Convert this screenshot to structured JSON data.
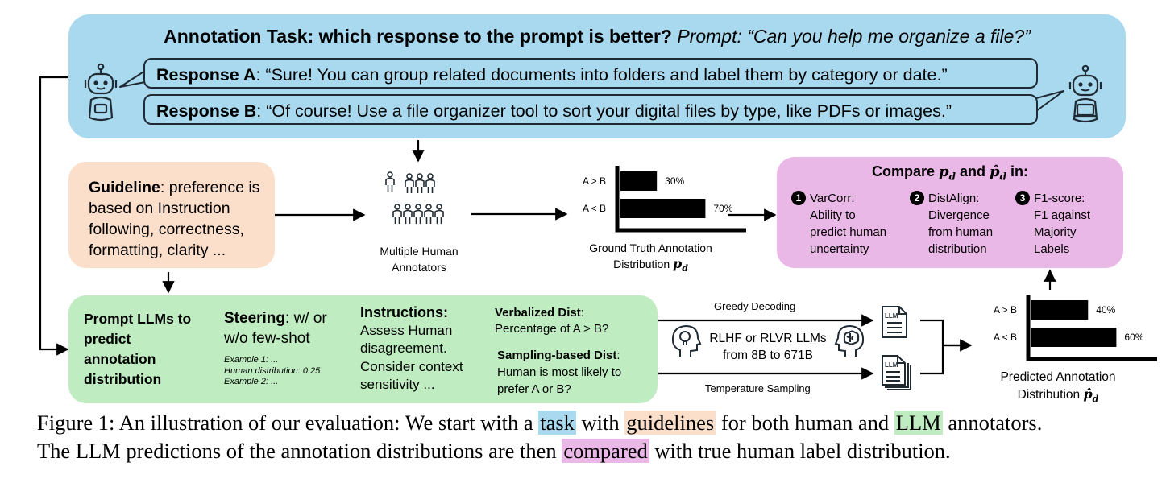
{
  "task": {
    "title_bold": "Annotation Task: which response to the prompt is better?",
    "title_italic": "Prompt: “Can you help me organize a file?”",
    "response_a_label": "Response A",
    "response_a_text": ": “Sure! You can group related documents into folders and label them by category or date.”",
    "response_b_label": "Response B",
    "response_b_text": ": “Of course! Use a file organizer tool to sort your digital files by type, like PDFs or images.”"
  },
  "guideline": {
    "label": "Guideline",
    "text": ": preference is based on  Instruction following, correctness, formatting, clarity ..."
  },
  "annotators": {
    "line1": "Multiple Human",
    "line2": "Annotators"
  },
  "ground_truth": {
    "caption_line1": "Ground Truth Annotation",
    "caption_line2": "Distribution",
    "symbol": "p",
    "subscript": "d"
  },
  "compare": {
    "title_prefix": "Compare",
    "title_and": "and",
    "title_suffix": "in:",
    "items": [
      {
        "num": "1",
        "lines": [
          "VarCorr:",
          "Ability to",
          "predict human",
          "uncertainty"
        ]
      },
      {
        "num": "2",
        "lines": [
          "DistAlign:",
          "Divergence",
          "from human",
          "distribution"
        ]
      },
      {
        "num": "3",
        "lines": [
          "F1-score:",
          "F1 against",
          "Majority",
          "Labels"
        ]
      }
    ]
  },
  "prompt": {
    "title_lines": [
      "Prompt LLMs to",
      "predict",
      "annotation",
      "distribution"
    ],
    "steering_label": "Steering",
    "steering_text_1": ": w/ or",
    "steering_text_2": "w/o few-shot",
    "example_lines": [
      "Example 1: ...",
      "Human distribution: 0.25",
      "Example 2: ..."
    ],
    "instructions_label": "Instructions:",
    "instructions_lines": [
      "Assess Human",
      "disagreement.",
      "Consider context",
      "sensitivity ..."
    ],
    "verbalized_label": "Verbalized Dist",
    "verbalized_colon": ":",
    "verbalized_text": "Percentage of A > B?",
    "sampling_label": "Sampling-based Dist",
    "sampling_colon": ":",
    "sampling_lines": [
      "Human is most likely to",
      "prefer A or B?"
    ]
  },
  "llm": {
    "greedy": "Greedy Decoding",
    "temperature": "Temperature Sampling",
    "models_line1": "RLHF or RLVR LLMs",
    "models_line2": "from 8B to 671B",
    "doc_label": "LLM"
  },
  "predicted": {
    "caption_line1": "Predicted Annotation",
    "caption_line2": "Distribution",
    "symbol": "p",
    "subscript": "d"
  },
  "chart_data": [
    {
      "type": "bar",
      "orientation": "horizontal",
      "categories": [
        "A > B",
        "A < B"
      ],
      "values": [
        30,
        70
      ],
      "value_labels": [
        "30%",
        "70%"
      ],
      "xlim": [
        0,
        100
      ]
    },
    {
      "type": "bar",
      "orientation": "horizontal",
      "categories": [
        "A > B",
        "A < B"
      ],
      "values": [
        40,
        60
      ],
      "value_labels": [
        "40%",
        "60%"
      ],
      "xlim": [
        0,
        100
      ]
    }
  ],
  "figure_caption": {
    "line1_a": "Figure 1: An illustration of our evaluation: We start with a ",
    "hl_task": "task",
    "line1_b": " with ",
    "hl_guidelines": "guidelines",
    "line1_c": " for both human and ",
    "hl_llm": "LLM",
    "line1_d": " annotators.",
    "line2_a": "The LLM predictions of the annotation distributions are then ",
    "hl_compared": "compared",
    "line2_b": " with true human label distribution."
  },
  "colors": {
    "task": "#a9d9ef",
    "guideline": "#fbdfcb",
    "prompt": "#bfecc0",
    "compare": "#eab8e6",
    "caption_task": "#a9d9ef",
    "caption_guidelines": "#fbdfcb",
    "caption_llm": "#bfecc0",
    "caption_compared": "#eab8e6"
  },
  "icons": [
    "robot-icon",
    "robot-laptop-icon",
    "people-group-icon",
    "head-lightbulb-icon",
    "head-brain-icon",
    "document-icon",
    "documents-stack-icon"
  ]
}
